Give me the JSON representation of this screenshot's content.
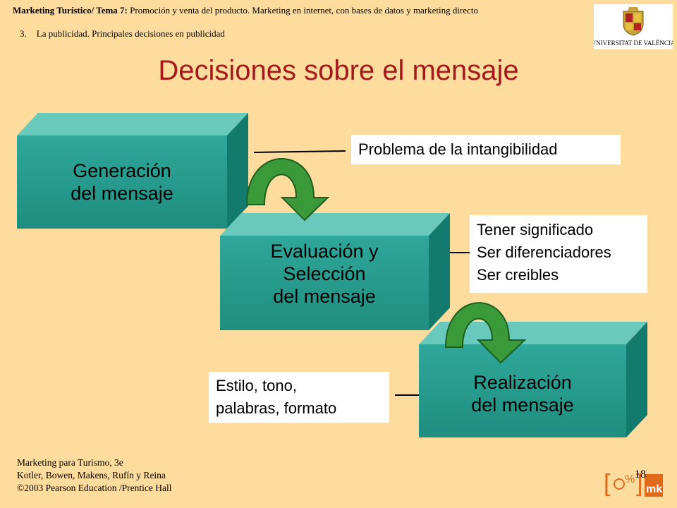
{
  "header": {
    "course_bold": "Marketing Turístico/ Tema 7:",
    "course_rest": " Promoción y venta del producto. Marketing en internet, con bases de datos y marketing directo",
    "section_number": "3.",
    "section_title": "La publicidad. Principales decisiones en publicidad"
  },
  "logo": {
    "university_name": "VNIVERSITAT DE VALÈNCIA"
  },
  "title": "Decisiones sobre el mensaje",
  "steps": [
    {
      "line1": "Generación",
      "line2": "del mensaje"
    },
    {
      "line1": "Evaluación y",
      "line2": "Selección",
      "line3": "del mensaje"
    },
    {
      "line1": "Realización",
      "line2": "del mensaje"
    }
  ],
  "notes": {
    "generation": "Problema de la intangibilidad",
    "evaluation": [
      "Tener significado",
      "Ser diferenciadores",
      "Ser creibles"
    ],
    "realization": [
      "Estilo, tono,",
      "palabras, formato"
    ]
  },
  "footer": {
    "line1": "Marketing para Turismo, 3e",
    "line2": "Kotler, Bowen, Makens, Rufín y Reina",
    "line3": "©2003 Pearson Education /Prentice Hall"
  },
  "page_number": "18",
  "colors": {
    "background": "#FDDC9E",
    "title": "#A31A1A",
    "box_front": "#2FA79A",
    "arrow": "#3A9A3A"
  }
}
